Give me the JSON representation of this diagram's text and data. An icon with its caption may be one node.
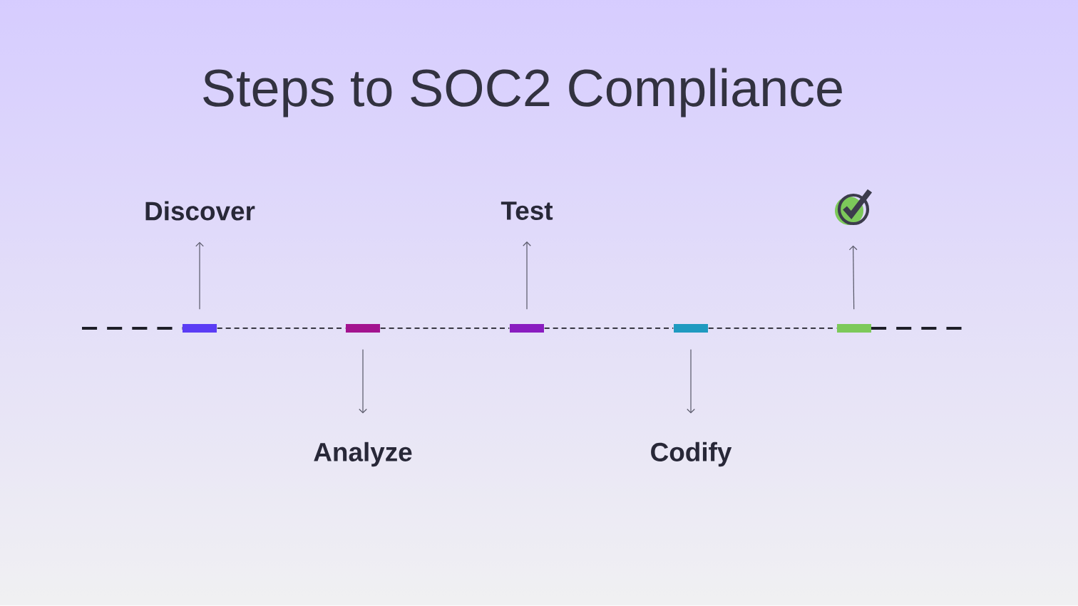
{
  "diagram": {
    "title": "Steps to SOC2 Compliance",
    "nodes": [
      {
        "text": [
          "Discover"
        ]
      },
      {
        "text": [
          "Test"
        ]
      },
      {
        "text": [],
        "shape": "circle"
      },
      {
        "text": [],
        "shape": "bar"
      },
      {
        "text": [],
        "shape": "bar"
      },
      {
        "text": [],
        "shape": "bar"
      },
      {
        "text": [],
        "shape": "bar"
      },
      {
        "text": [],
        "shape": "bar"
      },
      {
        "text": [
          "Analyze"
        ]
      },
      {
        "text": [
          "Codify"
        ]
      }
    ],
    "edges": [
      {
        "from": 3,
        "to": 0,
        "arrow": "to"
      },
      {
        "from": 5,
        "to": 1,
        "arrow": "to"
      },
      {
        "from": 7,
        "to": 2,
        "arrow": "to"
      },
      {
        "from": 4,
        "to": 8,
        "arrow": "to"
      },
      {
        "from": 6,
        "to": 9,
        "arrow": "to"
      },
      {
        "from": 3,
        "to": 4,
        "arrow": "none",
        "style": "dashed",
        "color": "#1e1e28"
      },
      {
        "from": 4,
        "to": 5,
        "arrow": "none",
        "style": "dashed",
        "color": "#1e1e28"
      },
      {
        "from": 5,
        "to": 6,
        "arrow": "none",
        "style": "dashed",
        "color": "#1e1e28"
      },
      {
        "from": 6,
        "to": 7,
        "arrow": "none",
        "style": "dashed",
        "color": "#1e1e28"
      }
    ]
  }
}
